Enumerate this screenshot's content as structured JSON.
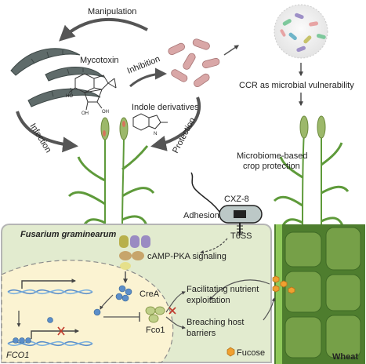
{
  "labels": {
    "manipulation": "Manipulation",
    "mycotoxin": "Mycotoxin",
    "inhibition": "Inhibition",
    "indole": "Indole derivatives",
    "infection": "Infection",
    "protection": "Protection",
    "ccr": "CCR as microbial vulnerability",
    "microbiome_line1": "Microbiome-based",
    "microbiome_line2": "crop protection",
    "adhesion": "Adhesion",
    "cxz8": "CXZ-8",
    "t6ss": "T6SS",
    "fusarium": "Fusarium graminearum",
    "camp": "cAMP-PKA signaling",
    "crea": "CreA",
    "fco1": "Fco1",
    "fco1_gene": "FCO1",
    "nutrient_line1": "Facilitating nutrient",
    "nutrient_line2": "exploitation",
    "breach_line1": "Breaching host",
    "breach_line2": "barriers",
    "fucose": "Fucose",
    "wheat": "Wheat"
  },
  "colors": {
    "fungus_panel": "#e2ebcf",
    "nucleus": "#fbf3d2",
    "wheat_cell": "#76a048",
    "wheat_wall": "#3f6a25",
    "bacterium_body": "#bcc8c7",
    "arrow": "#555555",
    "inhibit_x": "#c0392b",
    "fucose": "#f0a030",
    "crea": "#5b8ec9",
    "camp_olive": "#b8b04a",
    "camp_purple": "#9a8bc2",
    "camp_tan": "#c7a56b",
    "plant_green": "#5e9a3a"
  }
}
